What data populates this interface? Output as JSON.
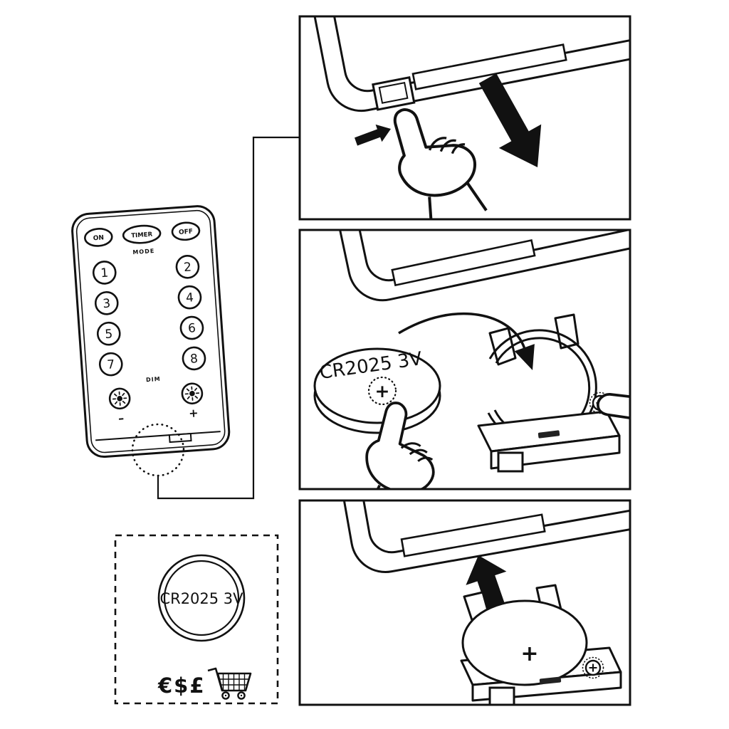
{
  "sheet": {
    "background": "#ffffff",
    "ink": "#111111",
    "icons": {
      "hand": "pointing-hand-icon",
      "arrow": "direction-arrow-icon",
      "sun": "brightness-sun-icon",
      "cart": "shopping-cart-icon",
      "screw": "plus-screw-icon",
      "battery": "coin-cell-battery-icon"
    }
  },
  "remote": {
    "power_row": [
      {
        "label": "ON"
      },
      {
        "label": "TIMER"
      },
      {
        "label": "OFF"
      }
    ],
    "mode_label": "MODE",
    "number_buttons": [
      "1",
      "2",
      "3",
      "4",
      "5",
      "6",
      "7",
      "8"
    ],
    "dim_label": "DIM",
    "brightness": {
      "minus": "–",
      "plus": "+"
    }
  },
  "battery": {
    "model": "CR2025 3V",
    "polarity_symbol": "+"
  },
  "shop_box": {
    "currencies": "€$£"
  }
}
